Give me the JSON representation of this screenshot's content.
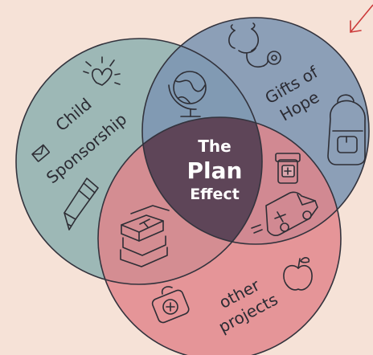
{
  "colors": {
    "background": "#f6e2d7",
    "child_sponsorship": "#9db8b6",
    "gifts_of_hope": "#7d95b3",
    "other_projects": "#e1848a",
    "center": "#5e4558",
    "outline": "#33333d",
    "arrow": "#cc3a3a"
  },
  "labels": {
    "child_sponsorship": [
      "Child",
      "Sponsorship"
    ],
    "gifts_of_hope": [
      "Gifts of",
      "Hope"
    ],
    "other_projects": [
      "other",
      "projects"
    ]
  },
  "center": {
    "line1": "The",
    "line2": "Plan",
    "line3": "Effect"
  },
  "icons": [
    "heart-sketch-icon",
    "envelope-icon",
    "pencil-icon",
    "stethoscope-icon",
    "backpack-icon",
    "globe-icon",
    "medicine-bottle-icon",
    "ambulance-icon",
    "books-icon",
    "apple-icon",
    "first-aid-kit-icon",
    "arrow-icon"
  ]
}
